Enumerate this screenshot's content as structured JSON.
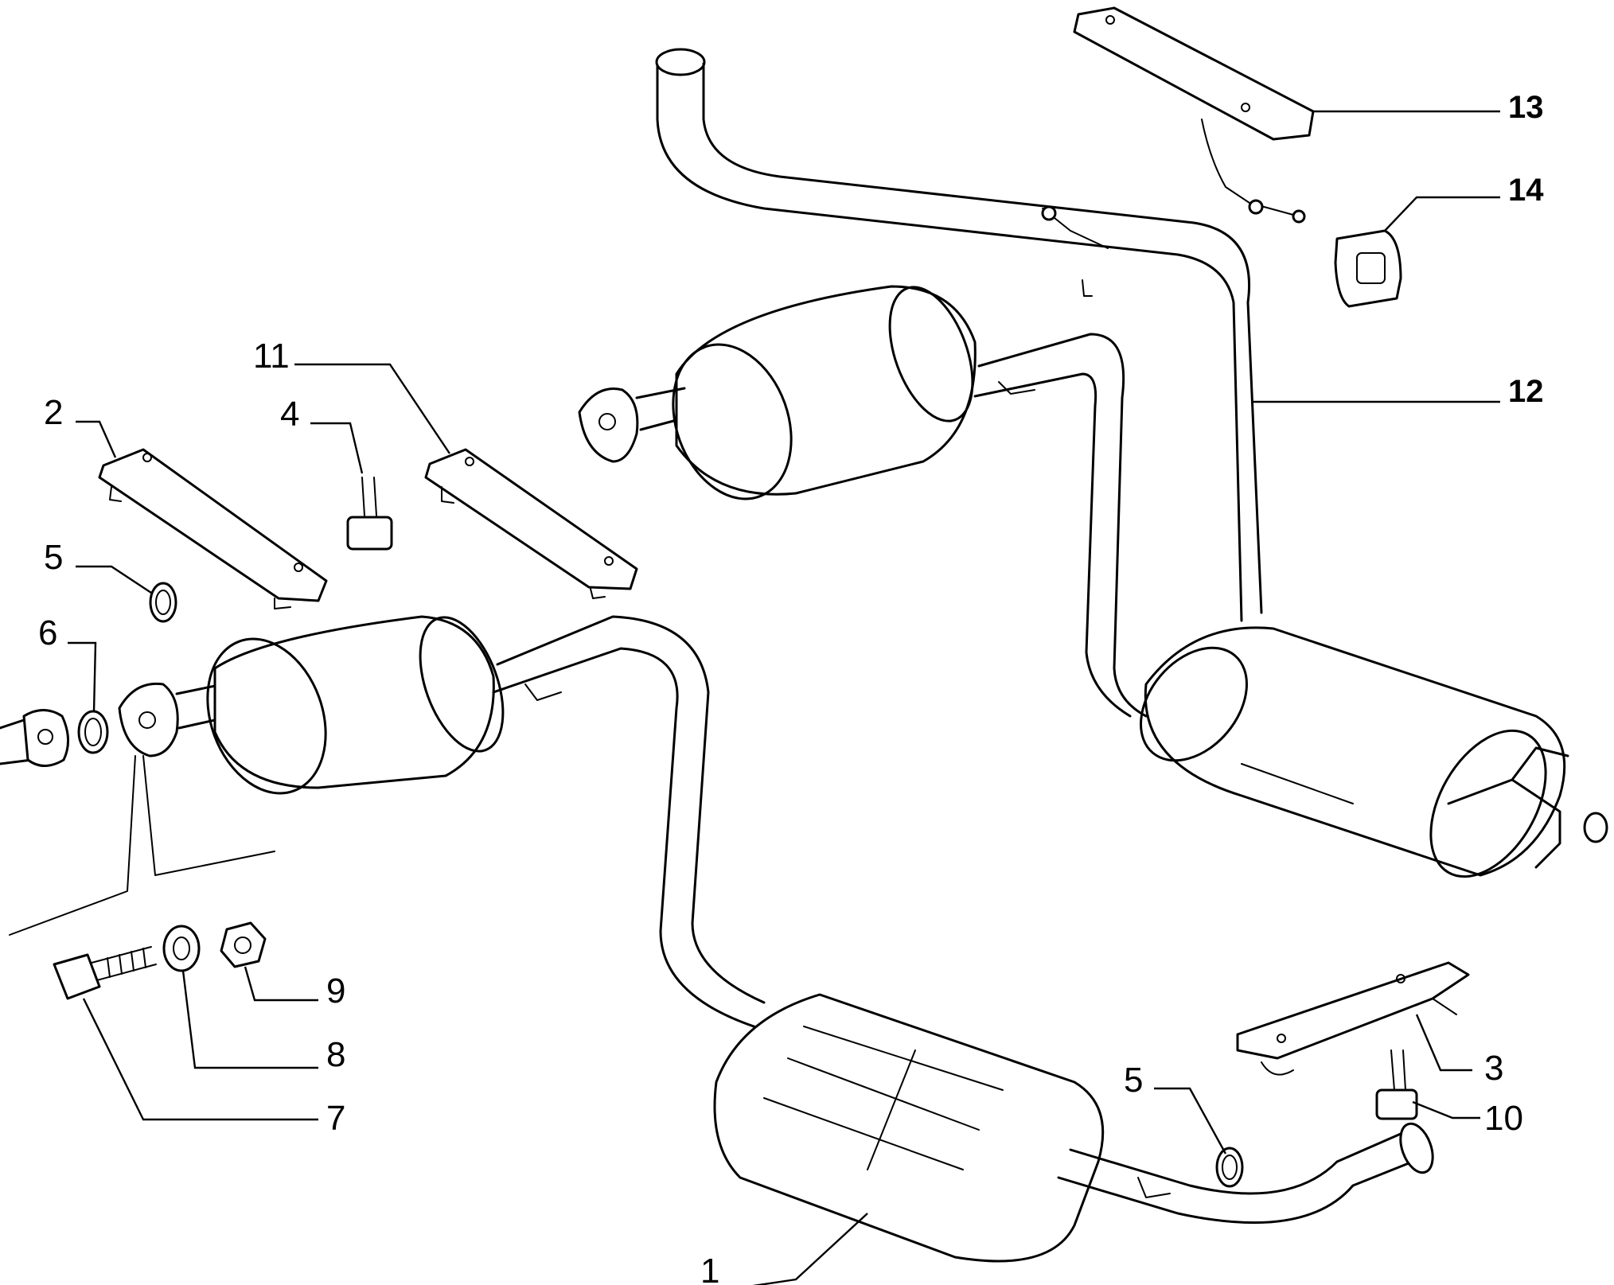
{
  "diagram": {
    "callouts": [
      {
        "id": "c1",
        "label": "1"
      },
      {
        "id": "c2",
        "label": "2"
      },
      {
        "id": "c3",
        "label": "3"
      },
      {
        "id": "c4",
        "label": "4"
      },
      {
        "id": "c5a",
        "label": "5"
      },
      {
        "id": "c5b",
        "label": "5"
      },
      {
        "id": "c6",
        "label": "6"
      },
      {
        "id": "c7",
        "label": "7"
      },
      {
        "id": "c8",
        "label": "8"
      },
      {
        "id": "c9",
        "label": "9"
      },
      {
        "id": "c10",
        "label": "10"
      },
      {
        "id": "c11",
        "label": "11"
      },
      {
        "id": "c12",
        "label": "12"
      },
      {
        "id": "c13",
        "label": "13"
      },
      {
        "id": "c14",
        "label": "14"
      }
    ],
    "colors": {
      "ink": "#000000",
      "paper": "#ffffff"
    }
  }
}
